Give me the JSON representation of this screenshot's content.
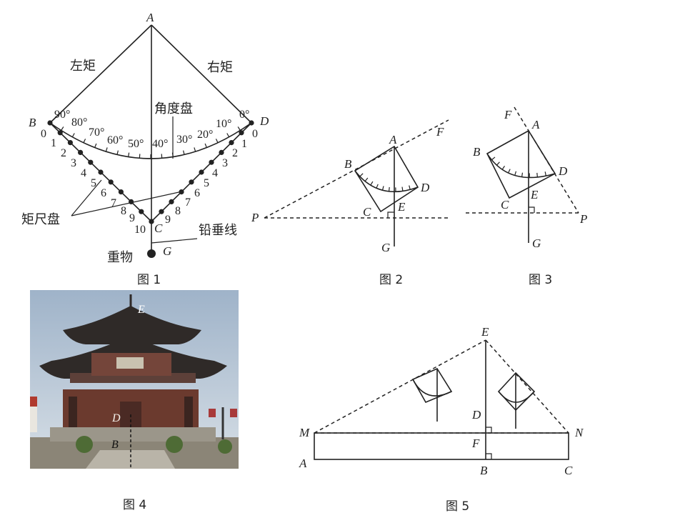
{
  "fig1": {
    "point_labels": {
      "A": "A",
      "B": "B",
      "C": "C",
      "D": "D",
      "G": "G"
    },
    "left_rule": "左矩",
    "right_rule": "右矩",
    "angle_dial": "角度盘",
    "scale_dial": "矩尺盘",
    "plumb_line": "铅垂线",
    "weight": "重物",
    "angle_ticks": [
      "90°",
      "80°",
      "70°",
      "60°",
      "50°",
      "40°",
      "30°",
      "20°",
      "10°",
      "0°"
    ],
    "left_scale": [
      "0",
      "1",
      "2",
      "3",
      "4",
      "5",
      "6",
      "7",
      "8",
      "9",
      "10"
    ],
    "right_scale": [
      "0",
      "1",
      "2",
      "3",
      "4",
      "5",
      "6",
      "7",
      "8",
      "9"
    ],
    "caption": "图 1"
  },
  "fig2": {
    "labels": {
      "A": "A",
      "B": "B",
      "C": "C",
      "D": "D",
      "E": "E",
      "F": "F",
      "G": "G",
      "P": "P"
    },
    "caption": "图 2"
  },
  "fig3": {
    "labels": {
      "A": "A",
      "B": "B",
      "C": "C",
      "D": "D",
      "E": "E",
      "F": "F",
      "G": "G",
      "P": "P"
    },
    "caption": "图 3"
  },
  "fig4": {
    "labels": {
      "E": "E",
      "D": "D",
      "B": "B"
    },
    "caption": "图 4"
  },
  "fig5": {
    "labels": {
      "E": "E",
      "D": "D",
      "F": "F",
      "B": "B",
      "M": "M",
      "N": "N",
      "A": "A",
      "C": "C"
    },
    "caption": "图 5"
  }
}
